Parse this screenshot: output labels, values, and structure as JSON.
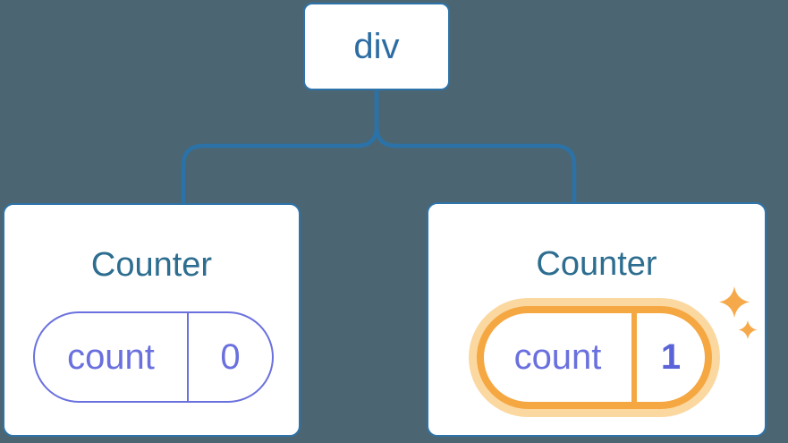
{
  "diagram": {
    "root": {
      "label": "div"
    },
    "children": [
      {
        "title": "Counter",
        "state_key": "count",
        "state_value": "0",
        "highlighted": false
      },
      {
        "title": "Counter",
        "state_key": "count",
        "state_value": "1",
        "highlighted": true
      }
    ]
  },
  "icons": {
    "sparkles": "sparkles-icon"
  },
  "colors": {
    "background": "#4b6672",
    "node_border": "#2e74aa",
    "connector": "#2b72a8",
    "root_label": "#2d6ca3",
    "title": "#2d6d90",
    "state_purple": "#6a70de",
    "state_value_highlight": "#5a63d8",
    "highlight_orange": "#f5a742",
    "highlight_halo": "#fbd8a0",
    "sparkle": "#f6a94a"
  }
}
